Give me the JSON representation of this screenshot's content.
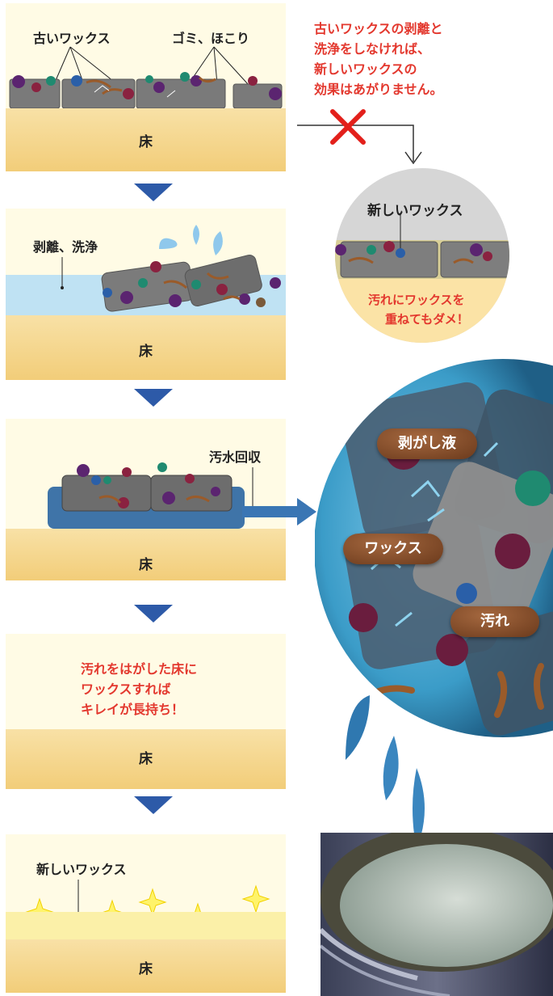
{
  "panel1": {
    "label_old_wax": "古いワックス",
    "label_dust": "ゴミ、ほこり",
    "floor": "床"
  },
  "warning": {
    "line1": "古いワックスの剥離と",
    "line2": "洗浄をしなければ、",
    "line3": "新しいワックスの",
    "line4": "効果はあがりません。"
  },
  "circle_bad": {
    "title": "新しいワックス",
    "line1": "汚れにワックスを",
    "line2": "重ねてもダメ！"
  },
  "panel2": {
    "label": "剥離、洗浄",
    "floor": "床"
  },
  "panel3": {
    "label": "汚水回収",
    "floor": "床"
  },
  "zoom": {
    "tag_remover": "剥がし液",
    "tag_wax": "ワックス",
    "tag_dirt": "汚れ"
  },
  "panel4": {
    "line1": "汚れをはがした床に",
    "line2": "ワックスすれば",
    "line3": "キレイが長持ち！",
    "floor": "床"
  },
  "panel5": {
    "label": "新しいワックス",
    "floor": "床"
  },
  "colors": {
    "accent_red": "#e3382e",
    "arrow_blue": "#2d5aa8",
    "floor": "#f4d386",
    "panel_bg": "#fffbe5"
  }
}
